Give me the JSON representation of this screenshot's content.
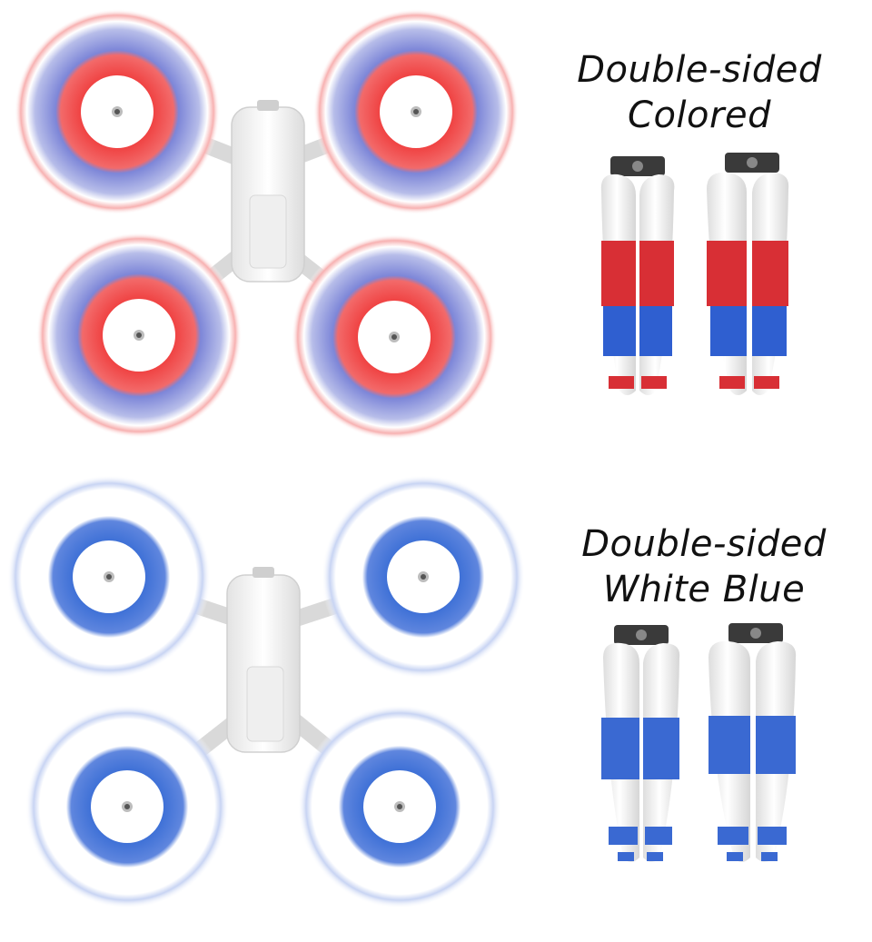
{
  "sections": [
    {
      "id": "colored",
      "caption_line1": "Double-sided",
      "caption_line2": "Colored",
      "colors": {
        "inner": "#e8363a",
        "outer": "#6f7ed6",
        "tip": "#ffffff"
      }
    },
    {
      "id": "white-blue",
      "caption_line1": "Double-sided",
      "caption_line2": "White Blue",
      "colors": {
        "inner": "#3c6fd6",
        "outer": "#ffffff",
        "tip": "#ffffff"
      }
    }
  ]
}
